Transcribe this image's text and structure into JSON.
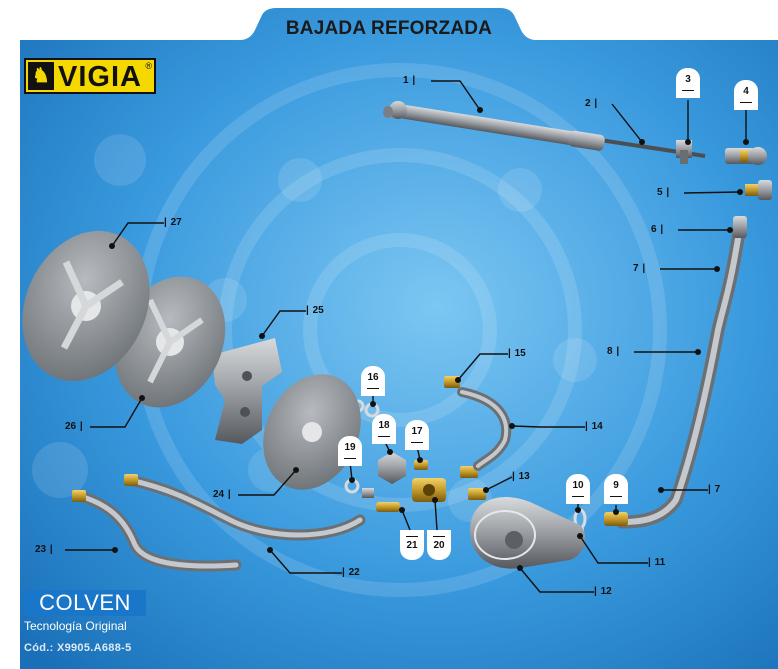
{
  "title": "BAJADA REFORZADA",
  "brand_logo": {
    "text": "VIGIA",
    "registered_mark": "®"
  },
  "footer": {
    "brand": "COLVEN",
    "tagline": "Tecnología Original",
    "code": "Cód.: X9905.A688-5"
  },
  "colors": {
    "background_blue": "#2a8fd6",
    "logo_yellow": "#f4d800",
    "colven_blue": "#1976c9",
    "callout_white": "#ffffff",
    "part_gray": "#8c9096"
  },
  "callouts": [
    {
      "id": "1",
      "label": "1"
    },
    {
      "id": "2",
      "label": "2"
    },
    {
      "id": "3",
      "label": "3"
    },
    {
      "id": "4",
      "label": "4"
    },
    {
      "id": "5",
      "label": "5"
    },
    {
      "id": "6",
      "label": "6"
    },
    {
      "id": "7a",
      "label": "7"
    },
    {
      "id": "7b",
      "label": "7"
    },
    {
      "id": "8",
      "label": "8"
    },
    {
      "id": "9",
      "label": "9"
    },
    {
      "id": "10",
      "label": "10"
    },
    {
      "id": "11",
      "label": "11"
    },
    {
      "id": "12",
      "label": "12"
    },
    {
      "id": "13",
      "label": "13"
    },
    {
      "id": "14",
      "label": "14"
    },
    {
      "id": "15",
      "label": "15"
    },
    {
      "id": "16",
      "label": "16"
    },
    {
      "id": "17",
      "label": "17"
    },
    {
      "id": "18",
      "label": "18"
    },
    {
      "id": "19",
      "label": "19"
    },
    {
      "id": "20",
      "label": "20"
    },
    {
      "id": "21",
      "label": "21"
    },
    {
      "id": "22",
      "label": "22"
    },
    {
      "id": "23",
      "label": "23"
    },
    {
      "id": "24",
      "label": "24"
    },
    {
      "id": "25",
      "label": "25"
    },
    {
      "id": "26",
      "label": "26"
    },
    {
      "id": "27",
      "label": "27"
    }
  ]
}
